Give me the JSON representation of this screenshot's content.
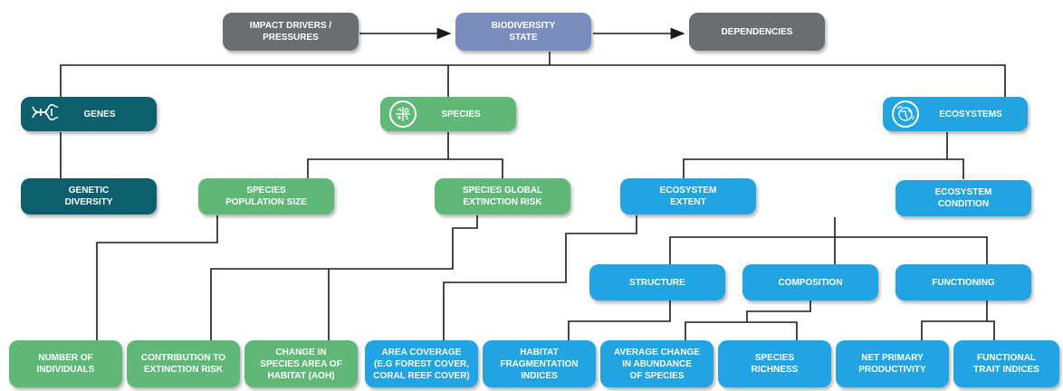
{
  "colors": {
    "pressure": "#6b6e70",
    "state": "#7b8cbf",
    "genes": "#0e5f6e",
    "species": "#5fb877",
    "ecosystems": "#22a3e2",
    "line": "#1a1a1a"
  },
  "top_row": {
    "drivers": "IMPACT DRIVERS /\nPRESSURES",
    "state": "BIODIVERSITY\nSTATE",
    "dependencies": "DEPENDENCIES"
  },
  "categories": {
    "genes": {
      "label": "GENES",
      "icon": "dna-icon"
    },
    "species": {
      "label": "SPECIES",
      "icon": "species-icon"
    },
    "ecosystems": {
      "label": "ECOSYSTEMS",
      "icon": "globe-icon"
    }
  },
  "second_level": {
    "genetic_diversity": "GENETIC\nDIVERSITY",
    "population_size": "SPECIES\nPOPULATION SIZE",
    "extinction_risk": "SPECIES GLOBAL\nEXTINCTION RISK",
    "ecosystem_extent": "ECOSYSTEM\nEXTENT",
    "ecosystem_condition": "ECOSYSTEM\nCONDITION"
  },
  "condition_aspects": {
    "structure": "STRUCTURE",
    "composition": "COMPOSITION",
    "functioning": "FUNCTIONING"
  },
  "indicators": {
    "number_individuals": "NUMBER OF\nINDIVIDUALS",
    "contribution_risk": "CONTRIBUTION TO\nEXTINCTION RISK",
    "change_aoh": "CHANGE IN\nSPECIES AREA OF\nHABITAT (AOH)",
    "area_coverage": "AREA COVERAGE\n(E.G FOREST COVER,\nCORAL REEF COVER)",
    "habitat_fragmentation": "HABITAT\nFRAGMENTATION\nINDICES",
    "average_change": "AVERAGE CHANGE\nIN ABUNDANCE\nOF SPECIES",
    "species_richness": "SPECIES\nRICHNESS",
    "net_primary": "NET PRIMARY\nPRODUCTIVITY",
    "functional_trait": "FUNCTIONAL\nTRAIT INDICES"
  }
}
